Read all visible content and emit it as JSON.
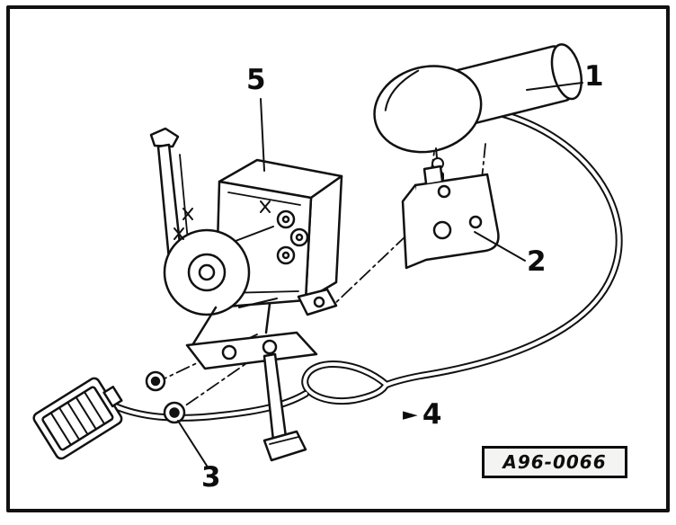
{
  "figure": {
    "reference_code": "A96-0066",
    "callouts": [
      {
        "id": "1"
      },
      {
        "id": "2"
      },
      {
        "id": "3"
      },
      {
        "id": "4"
      },
      {
        "id": "5"
      }
    ],
    "icons": {
      "pointer": "►"
    },
    "colors": {
      "line": "#111111",
      "background": "#ffffff"
    }
  }
}
